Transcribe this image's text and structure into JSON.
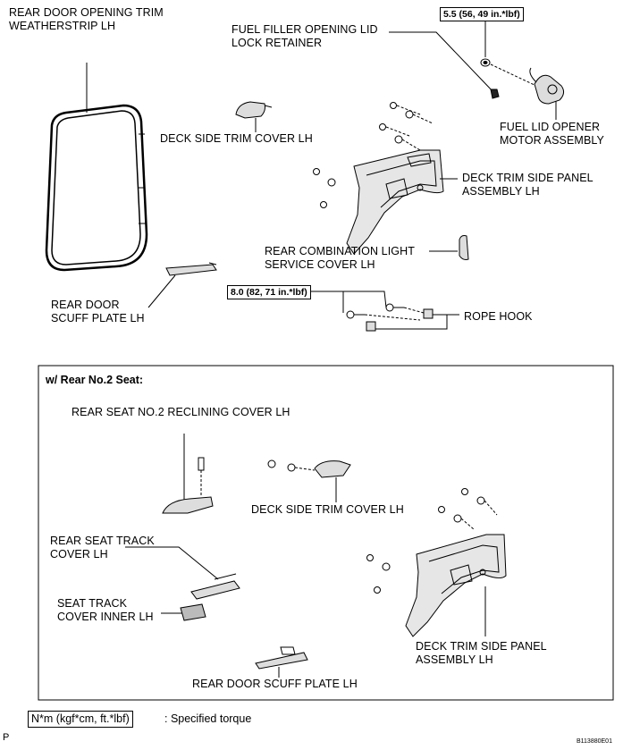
{
  "labels": {
    "weatherstrip": "REAR DOOR OPENING TRIM\nWEATHERSTRIP LH",
    "lock_retainer": "FUEL FILLER OPENING LID\nLOCK RETAINER",
    "deck_side_cover_top": "DECK SIDE TRIM COVER LH",
    "fuel_opener": "FUEL LID OPENER\nMOTOR ASSEMBLY",
    "deck_panel_top": "DECK TRIM SIDE PANEL\nASSEMBLY LH",
    "combo_light_cover": "REAR COMBINATION LIGHT\nSERVICE COVER LH",
    "scuff_top": "REAR DOOR\nSCUFF PLATE LH",
    "rope_hook": "ROPE HOOK",
    "section_title": "w/ Rear No.2 Seat:",
    "reclining_cover": "REAR SEAT NO.2 RECLINING COVER LH",
    "deck_side_cover_bottom": "DECK SIDE TRIM COVER LH",
    "seat_track_cover": "REAR SEAT TRACK\nCOVER LH",
    "seat_track_inner": "SEAT TRACK\nCOVER INNER LH",
    "deck_panel_bottom": "DECK TRIM SIDE PANEL\nASSEMBLY LH",
    "scuff_bottom": "REAR DOOR SCUFF PLATE LH"
  },
  "torques": {
    "t1": "5.5 (56, 49 in.*lbf)",
    "t2": "8.0 (82, 71 in.*lbf)"
  },
  "legend": {
    "box": "N*m (kgf*cm, ft.*lbf)",
    "text": ": Specified torque"
  },
  "corner_letter": "P",
  "figure_id": "B113880E01"
}
